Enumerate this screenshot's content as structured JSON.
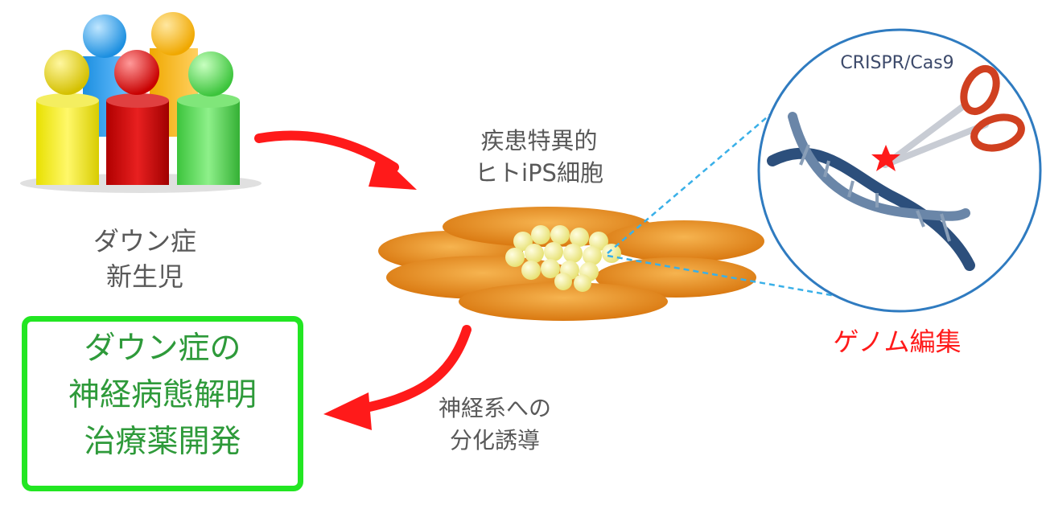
{
  "people": {
    "label_lines": [
      "ダウン症",
      "新生児"
    ]
  },
  "cell": {
    "label_lines": [
      "疾患特異的",
      "ヒトiPS細胞"
    ]
  },
  "genome_editing": {
    "tool_label": "CRISPR/Cas9",
    "label": "ゲノム編集"
  },
  "differentiation": {
    "label_lines": [
      "神経系への",
      "分化誘導"
    ]
  },
  "goal": {
    "lines": [
      "ダウン症の",
      "神経病態解明",
      "治療薬開発"
    ]
  },
  "colors": {
    "arrow": "#ff1a1a",
    "goal_border": "#22e622",
    "goal_text": "#2e9a3a",
    "cell": "#e08a1e",
    "genome_text": "#ff1a1a"
  }
}
